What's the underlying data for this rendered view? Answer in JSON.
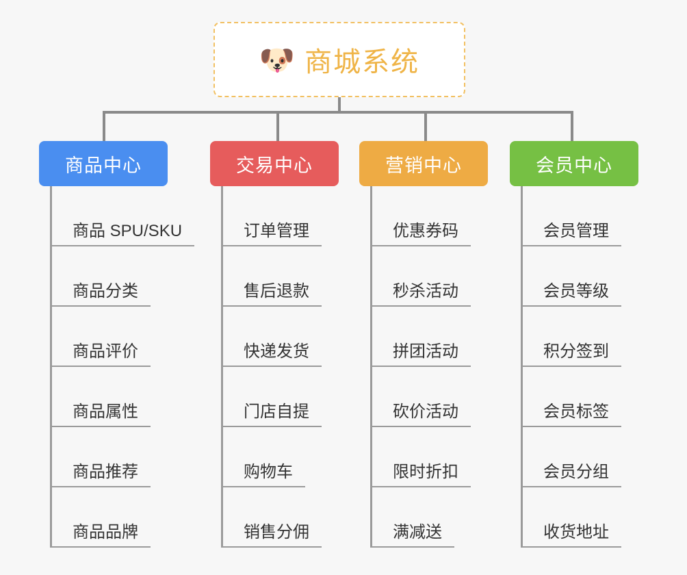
{
  "root": {
    "title": "商城系统",
    "icon": "dog-face-icon",
    "icon_glyph": "🐶",
    "text_color": "#efb447",
    "border_color": "#f2c061",
    "background": "#ffffff"
  },
  "page": {
    "background": "#f7f7f7",
    "connector_color": "#8a8a8a"
  },
  "branches": [
    {
      "label": "商品中心",
      "color": "#4a8ef0",
      "items": [
        {
          "label": "商品 SPU/SKU"
        },
        {
          "label": "商品分类"
        },
        {
          "label": "商品评价"
        },
        {
          "label": "商品属性"
        },
        {
          "label": "商品推荐"
        },
        {
          "label": "商品品牌"
        }
      ]
    },
    {
      "label": "交易中心",
      "color": "#e65c5c",
      "items": [
        {
          "label": "订单管理"
        },
        {
          "label": "售后退款"
        },
        {
          "label": "快递发货"
        },
        {
          "label": "门店自提"
        },
        {
          "label": "购物车"
        },
        {
          "label": "销售分佣"
        }
      ]
    },
    {
      "label": "营销中心",
      "color": "#eeab44",
      "items": [
        {
          "label": "优惠券码"
        },
        {
          "label": "秒杀活动"
        },
        {
          "label": "拼团活动"
        },
        {
          "label": "砍价活动"
        },
        {
          "label": "限时折扣"
        },
        {
          "label": "满减送"
        }
      ]
    },
    {
      "label": "会员中心",
      "color": "#76c044",
      "items": [
        {
          "label": "会员管理"
        },
        {
          "label": "会员等级"
        },
        {
          "label": "积分签到"
        },
        {
          "label": "会员标签"
        },
        {
          "label": "会员分组"
        },
        {
          "label": "收货地址"
        }
      ]
    }
  ]
}
